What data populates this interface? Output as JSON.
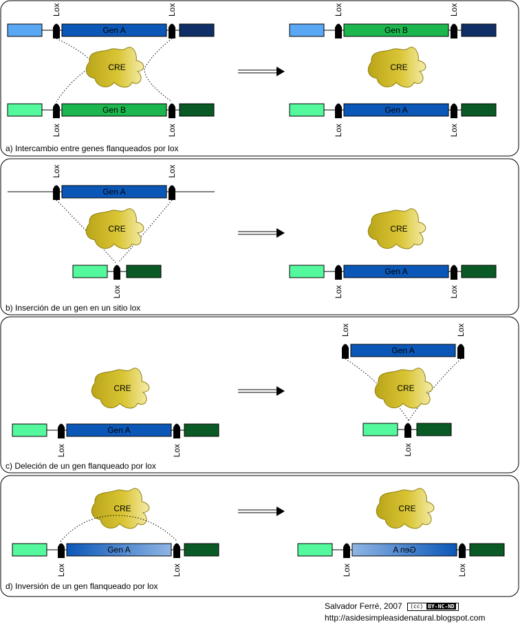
{
  "colors": {
    "light_blue": "#5aa7f4",
    "navy": "#0f2f66",
    "gen_a_blue": "#0b57b8",
    "gen_b_green": "#1bb64e",
    "mint": "#55f99d",
    "dark_green": "#0a5a26",
    "cre_gold": "#c8b321"
  },
  "labels": {
    "lox": "Lox",
    "cre": "CRE",
    "gen_a": "Gen A",
    "gen_b": "Gen B"
  },
  "panels": [
    {
      "id": "a",
      "caption": "a) Intercambio entre genes flanqueados por lox"
    },
    {
      "id": "b",
      "caption": "b) Inserción de un gen en un sitio lox"
    },
    {
      "id": "c",
      "caption": "c) Deleción de un gen flanqueado por lox"
    },
    {
      "id": "d",
      "caption": "d) Inversión de un gen flanqueado por lox"
    }
  ],
  "footer": {
    "author": "Salvador Ferré, 2007",
    "license_cc": "(cc)",
    "license_terms": "BY-NC-ND",
    "url": "http://asidesimpleasidenatural.blogspot.com"
  }
}
